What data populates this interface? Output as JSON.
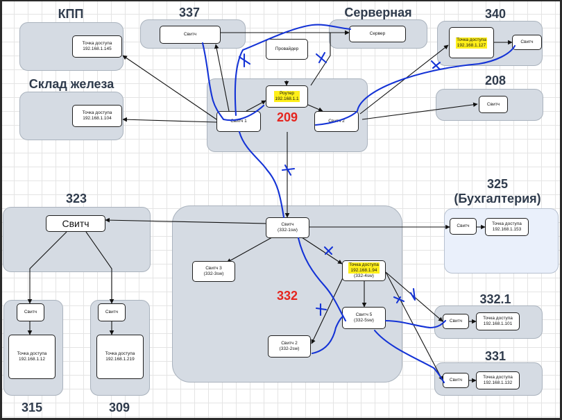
{
  "zones": {
    "kpp": "КПП",
    "r337": "337",
    "server_room": "Серверная",
    "r340": "340",
    "warehouse": "Склад железа",
    "r208": "208",
    "r209": "209",
    "r323": "323",
    "r325_line1": "325",
    "r325_line2": "(Бухгалтерия)",
    "r332": "332",
    "r332_1": "332.1",
    "r331": "331",
    "r315": "315",
    "r309": "309"
  },
  "nodes": {
    "kpp_ap": {
      "line1": "Точка доступа",
      "line2": "192.168.1.145"
    },
    "switch_337": {
      "line1": "Свитч"
    },
    "server": {
      "line1": "Сервер"
    },
    "provider": {
      "line1": "Провайдер"
    },
    "ap_340": {
      "line1": "Точка доступа",
      "line2": "192.168.1.127"
    },
    "switch_340": {
      "line1": "Свитч"
    },
    "router": {
      "line1": "Роутер",
      "line2": "192.168.1.1"
    },
    "warehouse_ap": {
      "line1": "Точка доступа",
      "line2": "192.168.1.104"
    },
    "switch_1": {
      "line1": "Свитч 1"
    },
    "switch_2": {
      "line1": "Свитч 2"
    },
    "switch_208": {
      "line1": "Свитч"
    },
    "switch_323": {
      "line1": "Свитч"
    },
    "switch_332_1sw": {
      "line1": "Свитч",
      "line2": "(332-1sw)"
    },
    "switch_325": {
      "line1": "Свитч"
    },
    "ap_325": {
      "line1": "Точка доступа",
      "line2": "192.168.1.153"
    },
    "switch_3": {
      "line1": "Свитч 3",
      "line2": "(332-3sw)"
    },
    "ap_332": {
      "line1": "Точка доступа",
      "line2": "192.168.1.94",
      "line3": "(332-4sw)"
    },
    "switch_5": {
      "line1": "Свитч 5",
      "line2": "(332-5sw)"
    },
    "switch_2b": {
      "line1": "Свитч 2",
      "line2": "(332-2sw)"
    },
    "switch_332_1": {
      "line1": "Свитч"
    },
    "ap_332_1": {
      "line1": "Точка доступа",
      "line2": "192.168.1.101"
    },
    "switch_331": {
      "line1": "Свитч"
    },
    "ap_331": {
      "line1": "Точка доступа",
      "line2": "192.168.1.132"
    },
    "switch_315": {
      "line1": "Свитч"
    },
    "ap_315": {
      "line1": "Точка доступа",
      "line2": "192.168.1.12"
    },
    "switch_309": {
      "line1": "Свитч"
    },
    "ap_309": {
      "line1": "Точка доступа",
      "line2": "192.168.1.219"
    }
  },
  "colors": {
    "zone_fill": "#d5dbe3",
    "zone_light_fill": "#eaf0fb",
    "title_text": "#2f3b4c",
    "accent_red": "#e5251f",
    "highlight_yellow": "#ffef1a",
    "annotation_blue": "#1433d6",
    "connector": "#111111"
  }
}
